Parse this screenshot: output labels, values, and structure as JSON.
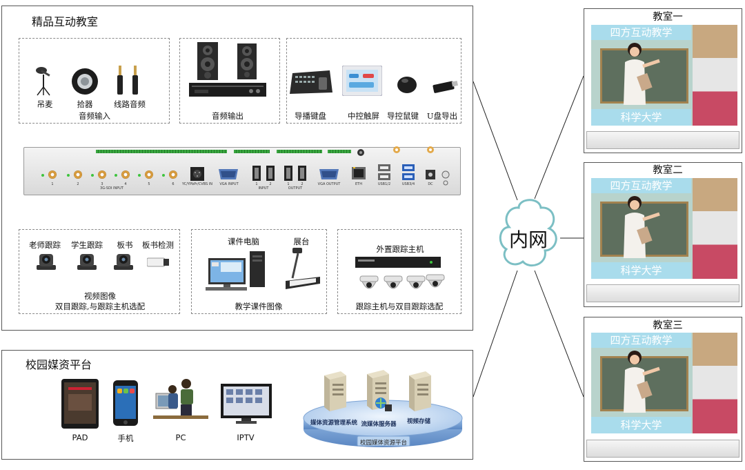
{
  "colors": {
    "banner_bg": "#a9dcec",
    "banner_text": "#ffffff",
    "cloud_stroke": "#7cbfc4",
    "bnc_gold": "#e3a94a",
    "terminal_green": "#3aa640"
  },
  "classroom_panel": {
    "title": "精品互动教室",
    "audio_input": {
      "title": "音频输入",
      "items": [
        "吊麦",
        "拾器",
        "线路音频"
      ],
      "icons": [
        "hanging-mic-icon",
        "pickup-icon",
        "line-audio-plug-icon"
      ]
    },
    "audio_output": {
      "title": "音频输出",
      "icons": [
        "speaker-icon",
        "amplifier-icon"
      ]
    },
    "control": {
      "items": [
        "导播键盘",
        "中控触屏",
        "导控鼠键",
        "U盘导出"
      ],
      "icons": [
        "director-keyboard-icon",
        "touch-panel-icon",
        "mouse-icon",
        "usb-drive-icon"
      ]
    },
    "device": {
      "port_labels": [
        "1",
        "2",
        "3",
        "4",
        "5",
        "6"
      ],
      "sdi_label": "3G-SDI  INPUT",
      "ycbcr_label": "YC/YPbPr/CVBS IN",
      "vga_in_label": "VGA  INPUT",
      "hdmi_in_labels": [
        "1",
        "2"
      ],
      "input_label": "INPUT",
      "output_label": "OUTPUT",
      "hdmi_out_labels": [
        "1",
        "2"
      ],
      "vga_out_label": "VGA OUTPUT",
      "eth_label": "ETH",
      "usb12_label": "USB1/2",
      "usb34_label": "USB3/4",
      "dc_label": "DC"
    },
    "video": {
      "items": [
        "老师跟踪",
        "学生跟踪",
        "板书",
        "板书检测"
      ],
      "caption1": "视频图像",
      "caption2": "双目跟踪,与跟踪主机选配",
      "icons": [
        "ptz-camera-icon",
        "ptz-camera-icon",
        "ptz-camera-icon",
        "bullet-camera-icon"
      ]
    },
    "courseware": {
      "items": [
        "课件电脑",
        "展台"
      ],
      "caption": "教学课件图像",
      "icons": [
        "pc-monitor-icon",
        "document-camera-icon"
      ]
    },
    "tracking": {
      "title": "外置跟踪主机",
      "caption": "跟踪主机与双目跟踪选配",
      "icons": [
        "rack-host-icon",
        "dome-camera-icon"
      ]
    }
  },
  "campus_panel": {
    "title": "校园媒资平台",
    "terminals": [
      "PAD",
      "手机",
      "PC",
      "IPTV"
    ],
    "terminal_icons": [
      "tablet-icon",
      "phone-icon",
      "pc-users-icon",
      "tv-icon"
    ],
    "platform_label": "校园媒体资源平台",
    "servers": [
      "媒体资源管理系统",
      "流媒体服务器",
      "视频存储"
    ],
    "server_icons": [
      "server-tower-icon",
      "server-tower-icon",
      "server-tower-icon"
    ]
  },
  "network": {
    "label": "内网",
    "icon": "cloud-icon"
  },
  "classrooms": [
    {
      "title": "教室一",
      "top_banner": "四方互动教学",
      "bottom_banner": "科学大学"
    },
    {
      "title": "教室二",
      "top_banner": "四方互动教学",
      "bottom_banner": "科学大学"
    },
    {
      "title": "教室三",
      "top_banner": "四方互动教学",
      "bottom_banner": "科学大学"
    }
  ]
}
